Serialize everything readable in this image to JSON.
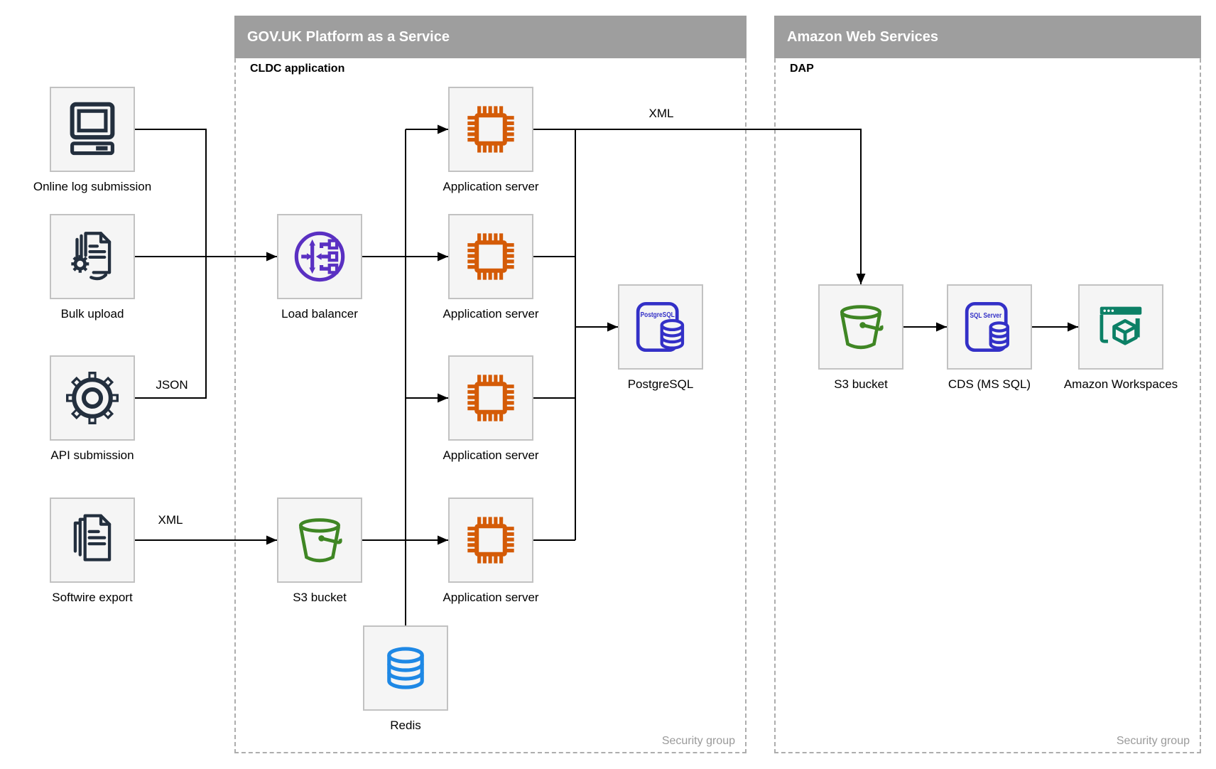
{
  "regions": {
    "govuk": {
      "title": "GOV.UK Platform as a Service",
      "sublabel": "CLDC application",
      "footer": "Security group"
    },
    "aws": {
      "title": "Amazon Web Services",
      "sublabel": "DAP",
      "footer": "Security group"
    }
  },
  "nodes": {
    "online_log": {
      "label": "Online log submission",
      "icon": "computer-icon"
    },
    "bulk_upload": {
      "label": "Bulk upload",
      "icon": "document-gear-icon"
    },
    "api_submission": {
      "label": "API submission",
      "icon": "gear-icon"
    },
    "softwire_export": {
      "label": "Softwire export",
      "icon": "documents-icon"
    },
    "load_balancer": {
      "label": "Load balancer",
      "icon": "load-balancer-icon"
    },
    "app_server_1": {
      "label": "Application server",
      "icon": "chip-icon"
    },
    "app_server_2": {
      "label": "Application server",
      "icon": "chip-icon"
    },
    "app_server_3": {
      "label": "Application server",
      "icon": "chip-icon"
    },
    "app_server_4": {
      "label": "Application server",
      "icon": "chip-icon"
    },
    "postgresql": {
      "label": "PostgreSQL",
      "icon": "postgresql-icon",
      "icon_text": "PostgreSQL"
    },
    "s3_bucket_govuk": {
      "label": "S3 bucket",
      "icon": "s3-bucket-icon"
    },
    "redis": {
      "label": "Redis",
      "icon": "database-icon"
    },
    "s3_bucket_aws": {
      "label": "S3 bucket",
      "icon": "s3-bucket-icon"
    },
    "cds": {
      "label": "CDS (MS SQL)",
      "icon": "sql-server-icon",
      "icon_text": "SQL Server"
    },
    "workspaces": {
      "label": "Amazon Workspaces",
      "icon": "workspaces-icon"
    }
  },
  "edge_labels": {
    "json": "JSON",
    "xml_softwire": "XML",
    "xml_app": "XML"
  },
  "colors": {
    "header_gray": "#9E9E9E",
    "navy": "#232F3E",
    "orange": "#D45B07",
    "purple": "#5A30C2",
    "blue": "#3330C7",
    "green": "#3F8624",
    "azure": "#1E88E5",
    "teal": "#0C8066",
    "line_black": "#000000",
    "node_fill": "#F5F5F5",
    "node_border": "#C2C2C2",
    "dashed_border": "#ADADAD",
    "footer_gray": "#9A9A9A"
  }
}
